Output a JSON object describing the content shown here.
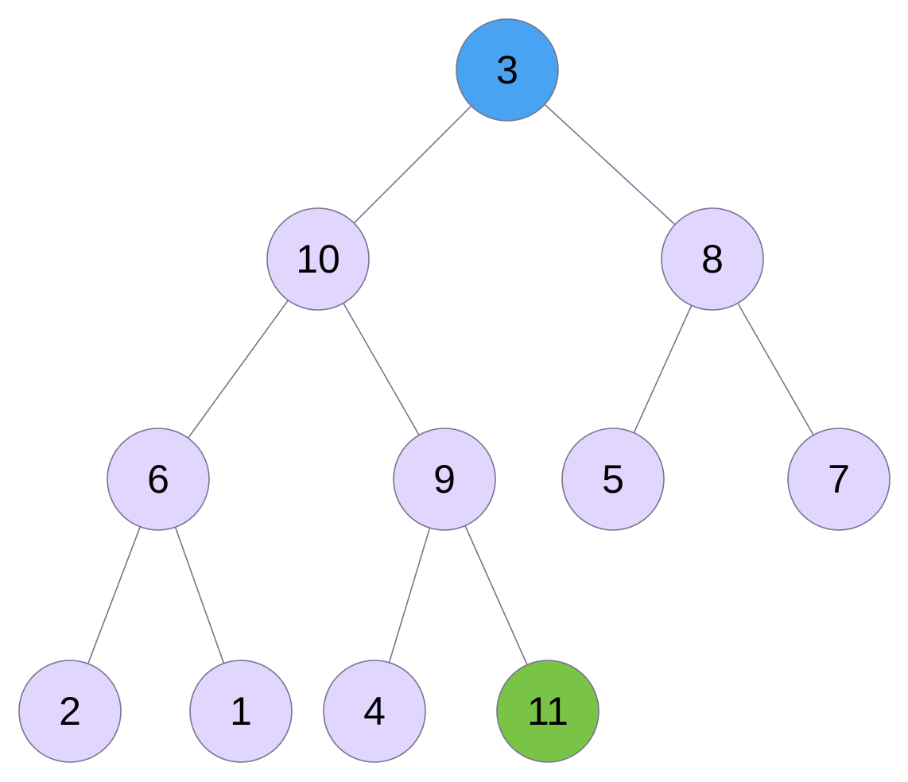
{
  "diagram": {
    "type": "binary-tree",
    "colors": {
      "default_fill": "#e1d7fe",
      "stroke": "#77758f",
      "root_highlight": "#48a3f2",
      "leaf_highlight": "#79c446",
      "label": "#000000"
    },
    "nodes": [
      {
        "id": "n3",
        "label": "3",
        "highlight": "root_highlight"
      },
      {
        "id": "n10",
        "label": "10",
        "highlight": null
      },
      {
        "id": "n8",
        "label": "8",
        "highlight": null
      },
      {
        "id": "n6",
        "label": "6",
        "highlight": null
      },
      {
        "id": "n9",
        "label": "9",
        "highlight": null
      },
      {
        "id": "n5",
        "label": "5",
        "highlight": null
      },
      {
        "id": "n7",
        "label": "7",
        "highlight": null
      },
      {
        "id": "n2",
        "label": "2",
        "highlight": null
      },
      {
        "id": "n1",
        "label": "1",
        "highlight": null
      },
      {
        "id": "n4",
        "label": "4",
        "highlight": null
      },
      {
        "id": "n11",
        "label": "11",
        "highlight": "leaf_highlight"
      }
    ],
    "edges": [
      {
        "from": "n3",
        "to": "n10"
      },
      {
        "from": "n3",
        "to": "n8"
      },
      {
        "from": "n10",
        "to": "n6"
      },
      {
        "from": "n10",
        "to": "n9"
      },
      {
        "from": "n8",
        "to": "n5"
      },
      {
        "from": "n8",
        "to": "n7"
      },
      {
        "from": "n6",
        "to": "n2"
      },
      {
        "from": "n6",
        "to": "n1"
      },
      {
        "from": "n9",
        "to": "n4"
      },
      {
        "from": "n9",
        "to": "n11"
      }
    ]
  }
}
